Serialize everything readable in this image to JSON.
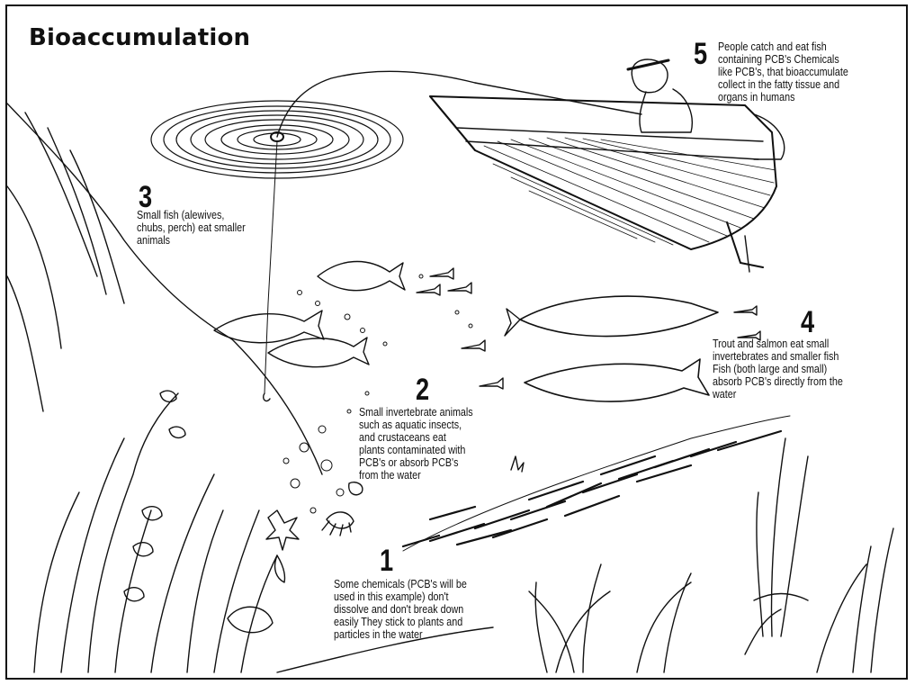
{
  "title": "Bioaccumulation",
  "steps": [
    {
      "number": "1",
      "text": "Some chemicals (PCB's will be\nused in this example) don't\ndissolve and don't break down\neasily  They stick to plants and\nparticles in the water"
    },
    {
      "number": "2",
      "text": "Small invertebrate animals\nsuch as aquatic insects,\nand crustaceans eat\nplants contaminated with\nPCB's or absorb PCB's\nfrom the water"
    },
    {
      "number": "3",
      "text": "Small fish (alewives,\nchubs, perch) eat smaller\nanimals"
    },
    {
      "number": "4",
      "text": "Trout and salmon eat small\ninvertebrates and smaller fish\nFish (both large and small)\nabsorb PCB's directly from the\nwater"
    },
    {
      "number": "5",
      "text": "People catch and eat fish\ncontaining PCB's  Chemicals\nlike PCB's, that bioaccumulate\ncollect in the fatty tissue and\norgans in humans"
    }
  ]
}
